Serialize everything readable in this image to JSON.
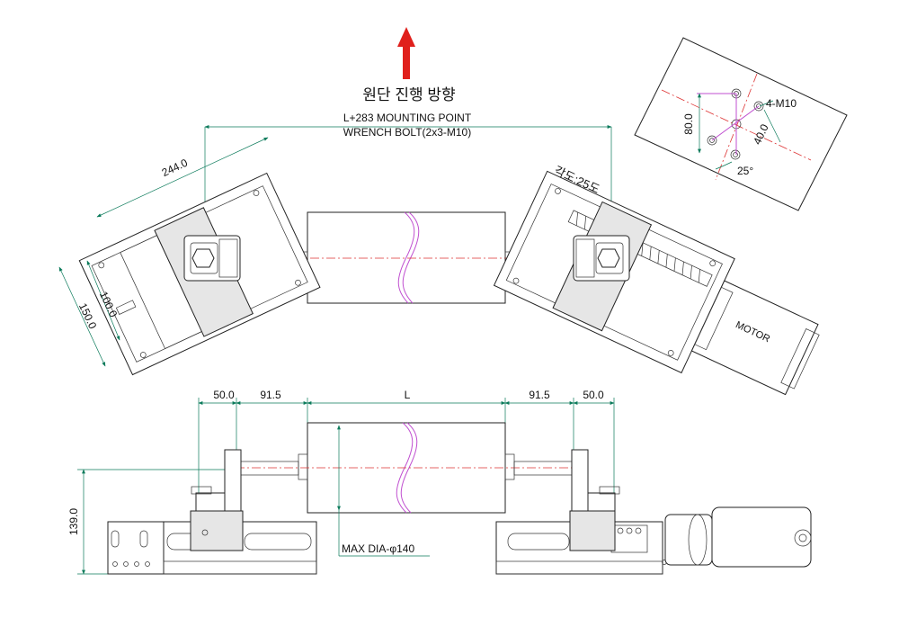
{
  "direction_label": "원단 진행 방향",
  "mounting_note": {
    "line1": "L+283 MOUNTING POINT",
    "line2": "WRENCH BOLT(2x3-M10)"
  },
  "top_view": {
    "angle_label": "각도:25도",
    "dim_244": "244.0",
    "dim_150": "150.0",
    "dim_100": "100.0",
    "motor_label": "MOTOR"
  },
  "detail_view": {
    "bolt_label": "4-M10",
    "dim_80": "80.0",
    "dim_40": "40.0",
    "angle": "25°"
  },
  "front_view": {
    "dim_50_left": "50.0",
    "dim_91_left": "91.5",
    "dim_L": "L",
    "dim_91_right": "91.5",
    "dim_50_right": "50.0",
    "dim_139": "139.0",
    "max_dia": "MAX DIA-φ140"
  },
  "colors": {
    "arrow": "#e0201c",
    "centerline": "#dd3333",
    "dimension": "#0a7a5a",
    "break_line": "#c04fd0"
  }
}
